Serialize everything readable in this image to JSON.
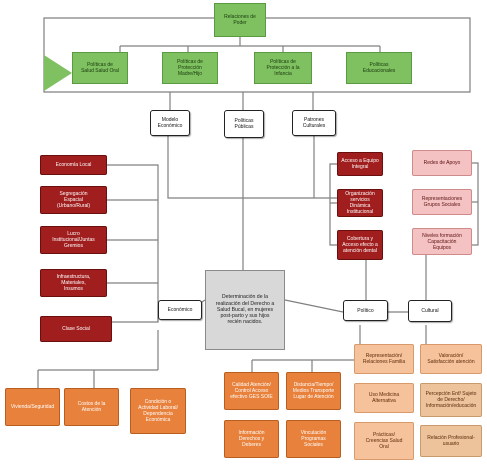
{
  "top": {
    "power": "Relaciones de\nPoder"
  },
  "policies": [
    "Políticas de\nSalud Salud Oral",
    "Políticas de\nProtección\nMadre/Hijo",
    "Políticas de\nProtección a la\nInfancia",
    "Políticas\nEducacionales"
  ],
  "middle": {
    "economic_model": "Modelo\nEconómico",
    "public_policies": "Políticas\nPúblicas",
    "cultural_patterns": "Patrones\nCulturales"
  },
  "center": "Determinación de la\nrealización del Derecho a\nSalud Bucal, en mujeres\npost-parto y sus hijos\nrecién nacidos.",
  "economic": {
    "label": "Económico",
    "factors": [
      "Economía Local",
      "Segregación\nEspacial\n(Urbano/Rural)",
      "Lucro\nInstitucional/Juntas\nGremios",
      "Infraestructura,\nMateriales,\nInsumos",
      "Clase Social"
    ],
    "bottom": [
      "Vivienda/Seguridad",
      "Costos de la\nAtención",
      "Condición o\nActividad Laboral/\nDependencia\nEconómica"
    ]
  },
  "political": {
    "label": "Político",
    "factors": [
      "Acceso a Equipo\nIntegral",
      "Organización\nservicios Dinámica\nInstitucional",
      "Cobertura y\nAcceso efecto a\natención dental"
    ],
    "bottom": [
      "Calidad Atención/\nControl Acceso\nefectivo GES SOIE",
      "Distancia/Tiempo/\nMedios Transporte\nLugar de Atención",
      "Información\nDerechos y\nDeberes",
      "Vinculación\nProgramas\nSociales"
    ]
  },
  "cultural": {
    "label": "Cultural",
    "factors": [
      "Redes de Apoyo",
      "Representaciones\nGrupos Sociales",
      "Niveles formación\nCapacitación\nEquipos"
    ],
    "bottom": [
      "Representación/\nRelaciones Familia",
      "Valoración/\nSatisfacción atención",
      "Uso Medicina\nAlternativa",
      "Percepción Enf/ Sujeto\nde Derecho/\nInformación/educación",
      "Prácticas/\nCreencias Salud\nOral",
      "Relación Profesional-\nusuario"
    ]
  },
  "colors": {
    "green": "#7fc060",
    "dark_red": "#a11e1e",
    "pink": "#f4c2c2",
    "orange": "#e8813b",
    "peach": "#f6c29b",
    "line": "#777777"
  }
}
